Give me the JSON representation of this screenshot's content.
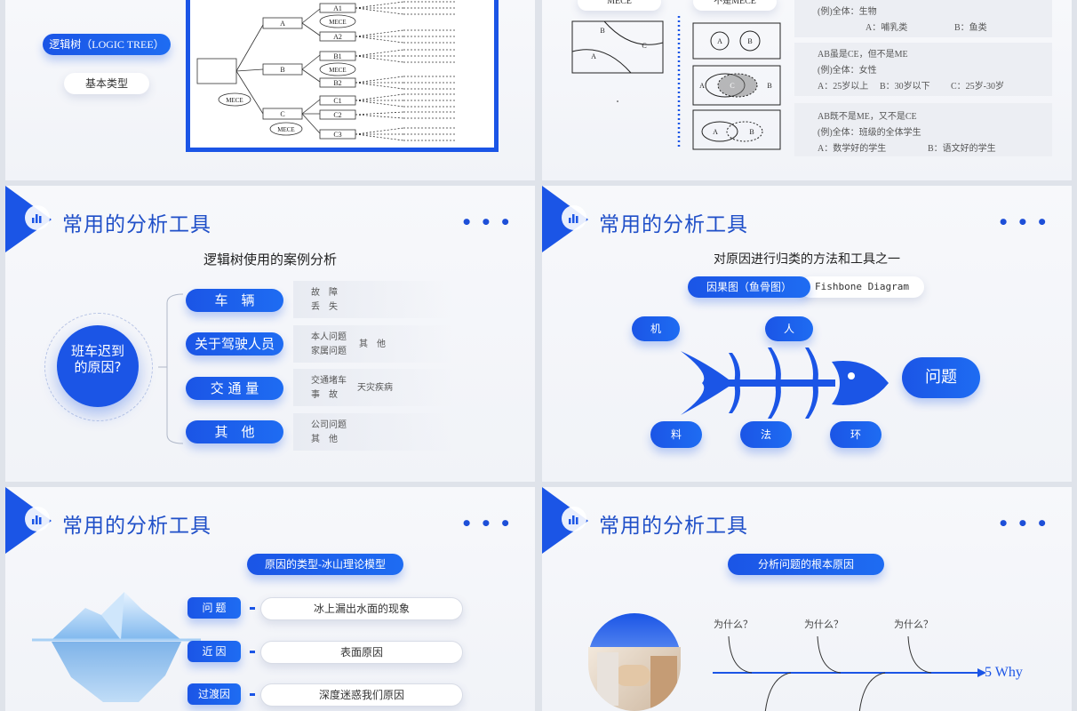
{
  "slide1": {
    "pill_logic_tree": "逻辑树（LOGIC TREE）",
    "pill_basic": "基本类型",
    "tree": {
      "nodes_a": [
        "A",
        "B",
        "C"
      ],
      "mece": "MECE",
      "sub_a": [
        "A1",
        "A2"
      ],
      "sub_b": [
        "B1",
        "B2"
      ],
      "sub_c": [
        "C1",
        "C2",
        "C3"
      ]
    }
  },
  "slide2": {
    "label_mece": "MECE",
    "label_not_mece": "不是MECE",
    "venn_labels": [
      "B",
      "A",
      "C"
    ],
    "boxes": [
      {
        "lines": [
          "(例)全体：生物",
          "A：哺乳类",
          "B：鱼类"
        ]
      },
      {
        "lines": [
          "AB虽是CE，但不是ME",
          "(例)全体：女性",
          "A：25岁以上",
          "B：30岁以下",
          "C：25岁-30岁"
        ]
      },
      {
        "lines": [
          "AB既不是ME，又不是CE",
          "(例)全体：班级的全体学生",
          "A：数学好的学生",
          "B：语文好的学生"
        ]
      }
    ],
    "diagram_labels": {
      "a": "A",
      "b": "B",
      "c": "C"
    }
  },
  "slide3": {
    "title": "常用的分析工具",
    "subtitle": "逻辑树使用的案例分析",
    "center": "班车迟到的原因?",
    "branches": [
      {
        "label": "车　辆",
        "items": [
          "故　障",
          "丢　失"
        ],
        "extra": ""
      },
      {
        "label": "关于驾驶人员",
        "items": [
          "本人问题",
          "家属问题"
        ],
        "extra": "其　他"
      },
      {
        "label": "交 通 量",
        "items": [
          "交通堵车",
          "事　故"
        ],
        "extra": "天灾疾病"
      },
      {
        "label": "其　他",
        "items": [
          "公司问题",
          "其　他"
        ],
        "extra": ""
      }
    ]
  },
  "slide4": {
    "title": "常用的分析工具",
    "subtitle": "对原因进行归类的方法和工具之一",
    "tab1": "因果图（鱼骨图）",
    "tab2": "Fishbone Diagram",
    "top": [
      "机",
      "人"
    ],
    "bottom": [
      "料",
      "法",
      "环"
    ],
    "head": "问题",
    "colors": {
      "accent": "#1b55e6"
    }
  },
  "slide5": {
    "title": "常用的分析工具",
    "heading": "原因的类型-冰山理论模型",
    "rows": [
      {
        "tag": "问 题",
        "desc": "冰上漏出水面的现象"
      },
      {
        "tag": "近 因",
        "desc": "表面原因"
      },
      {
        "tag": "过渡因",
        "desc": "深度迷惑我们原因"
      }
    ]
  },
  "slide6": {
    "title": "常用的分析工具",
    "heading": "分析问题的根本原因",
    "whys": [
      "为什么？",
      "为什么？",
      "为什么？"
    ],
    "label": "5 Why"
  }
}
